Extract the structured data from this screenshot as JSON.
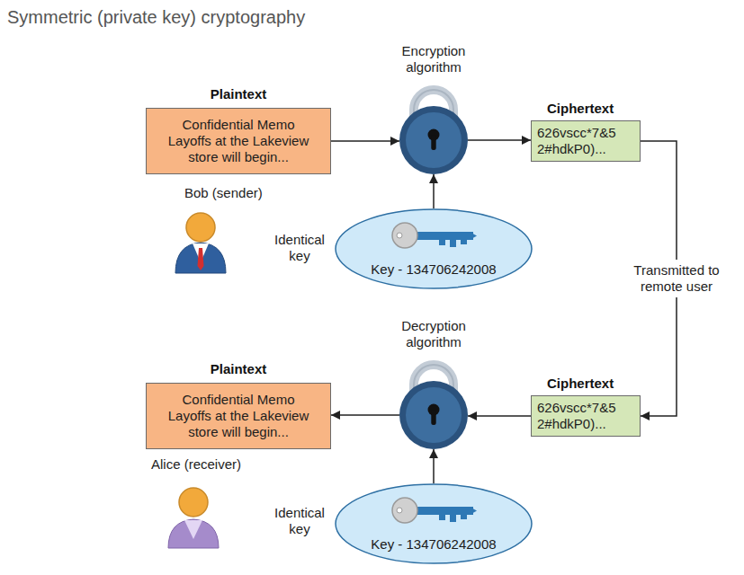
{
  "diagram": {
    "title": "Symmetric (private key) cryptography",
    "nodes": [
      {
        "text": [
          "Plaintext",
          "Confidential Memo Layoffs at the Lakeview store will begin..."
        ]
      },
      {
        "text": [
          "Encryption algorithm"
        ]
      },
      {
        "text": [
          "Ciphertext",
          "626vscc*7&5 2#hdkP0)..."
        ]
      },
      {
        "text": [
          "Key - 134706242008"
        ]
      },
      {
        "text": [
          "Plaintext",
          "Confidential Memo Layoffs at the Lakeview store will begin..."
        ]
      },
      {
        "text": [
          "Decryption algorithm"
        ]
      },
      {
        "text": [
          "Ciphertext",
          "626vscc*7&5 2#hdkP0)..."
        ]
      },
      {
        "text": [
          "Key - 134706242008"
        ]
      }
    ],
    "edges": [
      {
        "from": 0,
        "to": 1,
        "arrow": "to"
      },
      {
        "from": 1,
        "to": 2,
        "arrow": "to"
      },
      {
        "from": 3,
        "to": 1,
        "arrow": "to"
      },
      {
        "from": 2,
        "to": 6,
        "label": "Transmitted to remote user",
        "arrow": "to"
      },
      {
        "from": 6,
        "to": 5,
        "arrow": "to"
      },
      {
        "from": 5,
        "to": 4,
        "arrow": "to"
      },
      {
        "from": 7,
        "to": 5,
        "arrow": "to"
      }
    ],
    "labels": [
      "Bob (sender)",
      "Identical key",
      "Alice (receiver)",
      "Identical key"
    ]
  }
}
